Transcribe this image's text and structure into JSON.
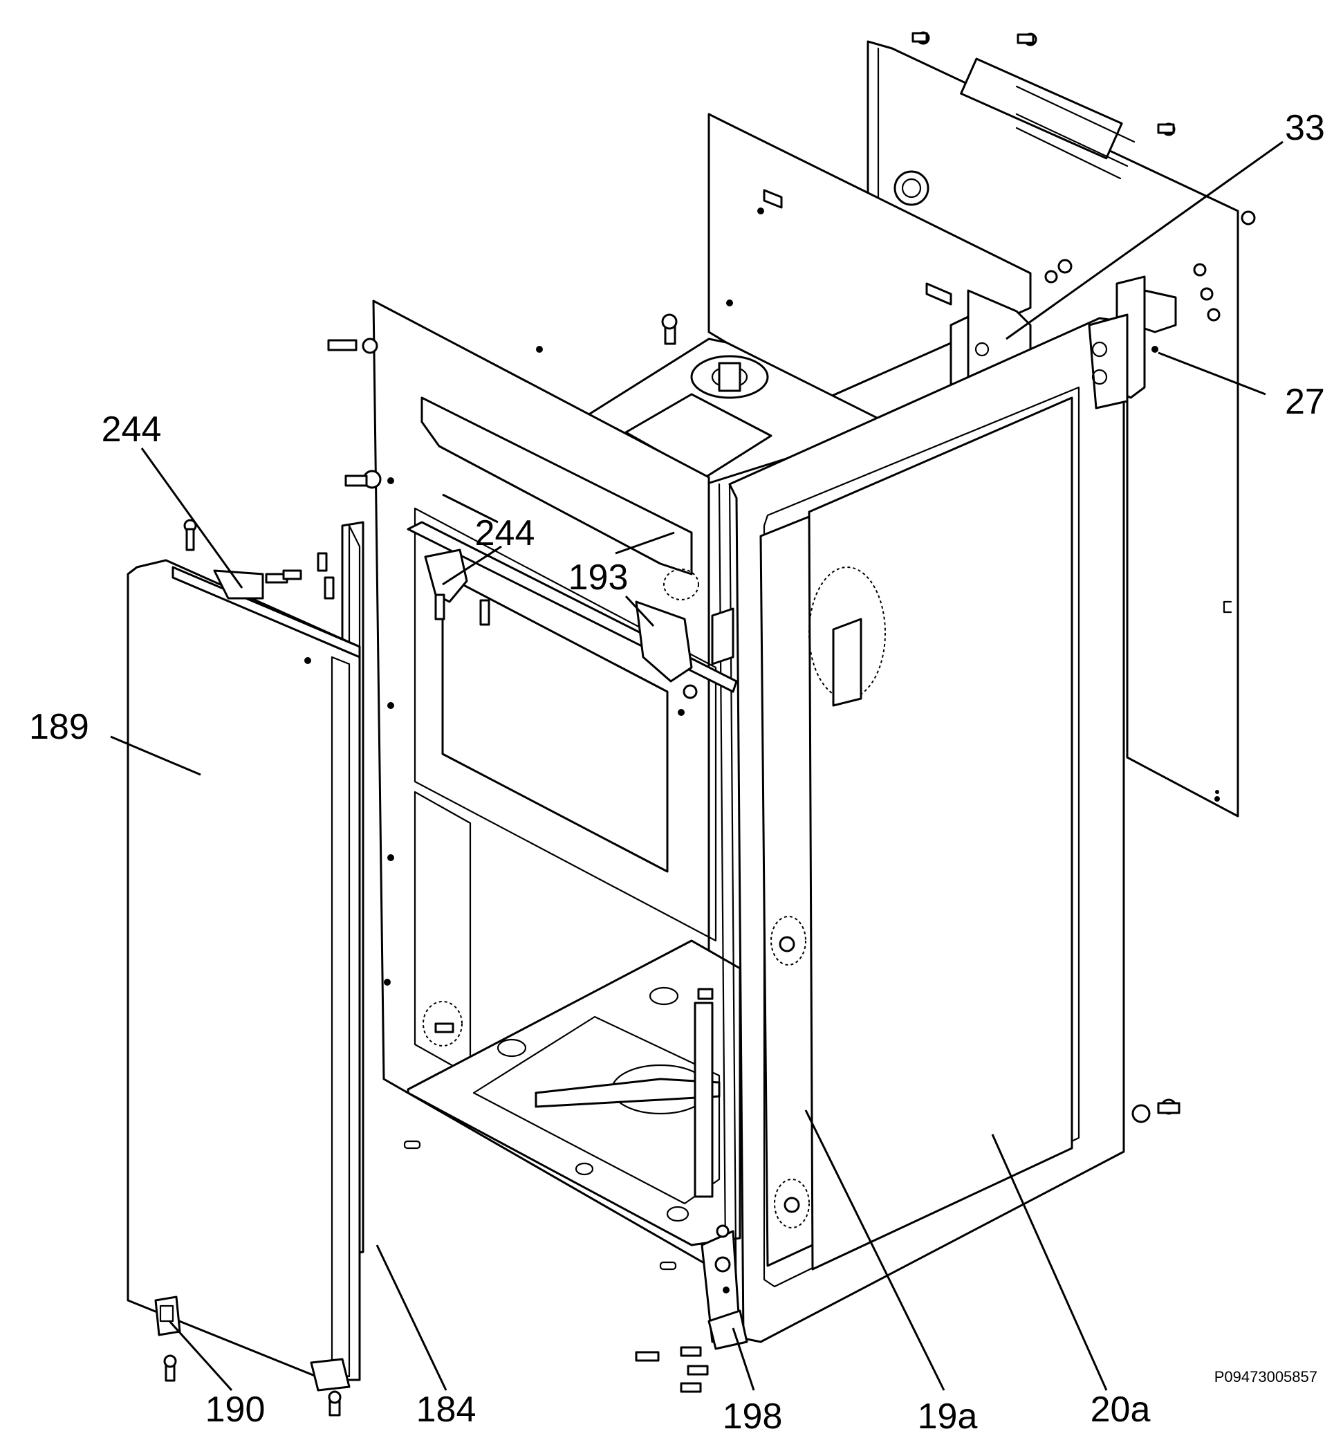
{
  "callouts": [
    {
      "id": "33",
      "label": "33"
    },
    {
      "id": "27",
      "label": "27"
    },
    {
      "id": "244a",
      "label": "244"
    },
    {
      "id": "244b",
      "label": "244"
    },
    {
      "id": "193",
      "label": "193"
    },
    {
      "id": "189",
      "label": "189"
    },
    {
      "id": "190",
      "label": "190"
    },
    {
      "id": "184",
      "label": "184"
    },
    {
      "id": "198",
      "label": "198"
    },
    {
      "id": "19a",
      "label": "19a"
    },
    {
      "id": "20a",
      "label": "20a"
    }
  ],
  "reference_code": "P09473005857"
}
